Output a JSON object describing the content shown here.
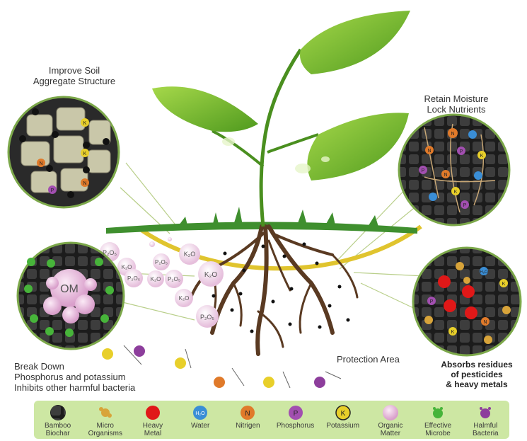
{
  "labels": {
    "improve_line1": "Improve Soil",
    "improve_line2": "Aggregate Structure",
    "retain_line1": "Retain Moisture",
    "retain_line2": "Lock Nutrients",
    "breakdown_line1": "Break Down",
    "breakdown_line2": "Phosphorus and potassium",
    "breakdown_line3": "Inhibits other harmful bacteria",
    "protection": "Protection Area",
    "absorbs_line1": "Absorbs residues",
    "absorbs_line2": "of pesticides",
    "absorbs_line3": "& heavy metals"
  },
  "bubbles": {
    "om": "OM",
    "p2o5": "P₂O₅",
    "k2o": "K₂O",
    "n": "N",
    "p": "P",
    "k": "K",
    "h2o": "H₂O"
  },
  "legend": [
    {
      "icon": "bamboo-biochar-icon",
      "line1": "Bamboo",
      "line2": "Biochar"
    },
    {
      "icon": "micro-organisms-icon",
      "line1": "Micro",
      "line2": "Organisms"
    },
    {
      "icon": "heavy-metal-icon",
      "line1": "Heavy",
      "line2": "Metal"
    },
    {
      "icon": "water-icon",
      "line1": "Water",
      "line2": ""
    },
    {
      "icon": "nitrigen-icon",
      "line1": "Nitrigen",
      "line2": ""
    },
    {
      "icon": "phosphorus-icon",
      "line1": "Phosphorus",
      "line2": ""
    },
    {
      "icon": "potassium-icon",
      "line1": "Potassium",
      "line2": ""
    },
    {
      "icon": "organic-matter-icon",
      "line1": "Organic",
      "line2": "Matter"
    },
    {
      "icon": "effective-microbe-icon",
      "line1": "Effective",
      "line2": "Microbe"
    },
    {
      "icon": "halmful-bacteria-icon",
      "line1": "Halmful",
      "line2": "Bacteria"
    }
  ],
  "colors": {
    "leaf": "#7dbb2e",
    "soil_arc": "#e0c42e",
    "root": "#5a3a22",
    "legend_bg": "#cde7a3",
    "nitrogen": "#e07a2a",
    "phosphorus": "#a24fb0",
    "potassium": "#e8cf2a",
    "water": "#3a8ed6",
    "heavy_metal": "#e01818",
    "organic_matter": "#e3b8d9",
    "effective_microbe": "#47b43a",
    "harmful_bacteria": "#8d3e9c"
  }
}
